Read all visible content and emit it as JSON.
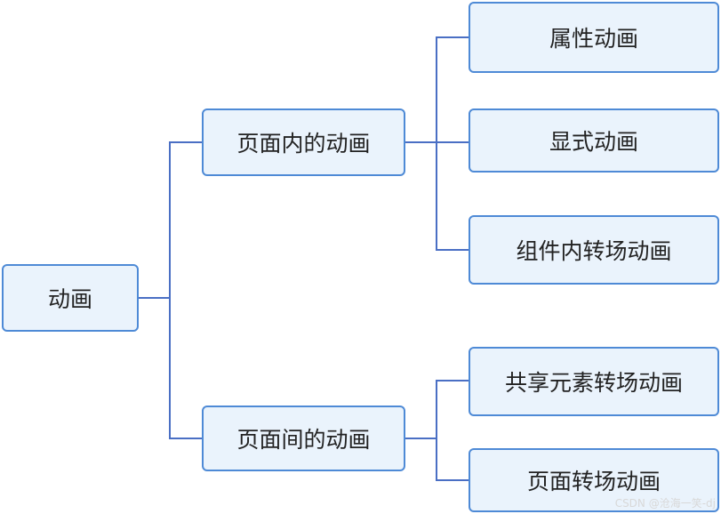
{
  "diagram": {
    "root": {
      "label": "动画"
    },
    "branches": [
      {
        "label": "页面内的动画",
        "children": [
          "属性动画",
          "显式动画",
          "组件内转场动画"
        ]
      },
      {
        "label": "页面间的动画",
        "children": [
          "共享元素转场动画",
          "页面转场动画"
        ]
      }
    ],
    "colors": {
      "connector": "#4a6fc4",
      "node_border": "#4e8ad6",
      "node_fill": "#eaf3fc",
      "text": "#222222"
    }
  },
  "watermark": "CSDN @沧海一笑-dj"
}
